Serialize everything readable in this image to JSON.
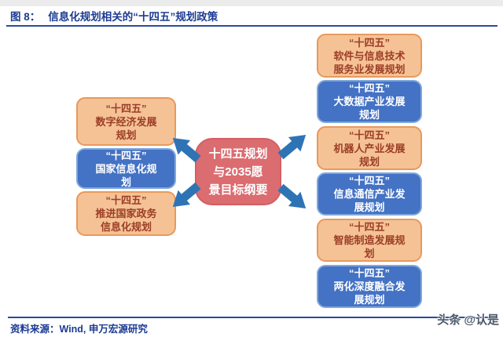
{
  "figure": {
    "label": "图 8：",
    "title": "信息化规划相关的“十四五”规划政策"
  },
  "center_node": {
    "text": "十四五规划\n与2035愿\n景目标纲要",
    "variant": "red"
  },
  "left_boxes": [
    {
      "text": "“十四五”\n数字经济发展\n规划",
      "variant": "orange"
    },
    {
      "text": "“十四五”\n国家信息化规\n划",
      "variant": "blue"
    },
    {
      "text": "“十四五”\n推进国家政务\n信息化规划",
      "variant": "orange"
    }
  ],
  "right_boxes": [
    {
      "text": "“十四五”\n软件与信息技术\n服务业发展规划",
      "variant": "orange"
    },
    {
      "text": "“十四五”\n大数据产业发展\n规划",
      "variant": "blue"
    },
    {
      "text": "“十四五”\n机器人产业发展\n规划",
      "variant": "orange"
    },
    {
      "text": "“十四五”\n信息通信产业发\n展规划",
      "variant": "blue"
    },
    {
      "text": "“十四五”\n智能制造发展规\n划",
      "variant": "orange"
    },
    {
      "text": "“十四五”\n两化深度融合发\n展规划",
      "variant": "blue"
    }
  ],
  "footer": {
    "source": "资料来源：Wind, 申万宏源研究"
  },
  "watermark": "头条 @认是",
  "colors": {
    "title_blue": "#1C3B92",
    "rule_blue": "#2C4A9C",
    "top_strip": "#ECECED",
    "orange_fill": "#F5C296",
    "orange_border": "#E8995C",
    "orange_text": "#9B3E25",
    "blue_fill": "#4472C4",
    "blue_border": "#7FA7DC",
    "blue_text": "#FFFFFF",
    "center_fill": "#DB6C70",
    "center_border": "#D45F64",
    "center_text": "#FFFFFF",
    "arrow_blue": "#2E74B5",
    "watermark_color": "#4A5868"
  }
}
